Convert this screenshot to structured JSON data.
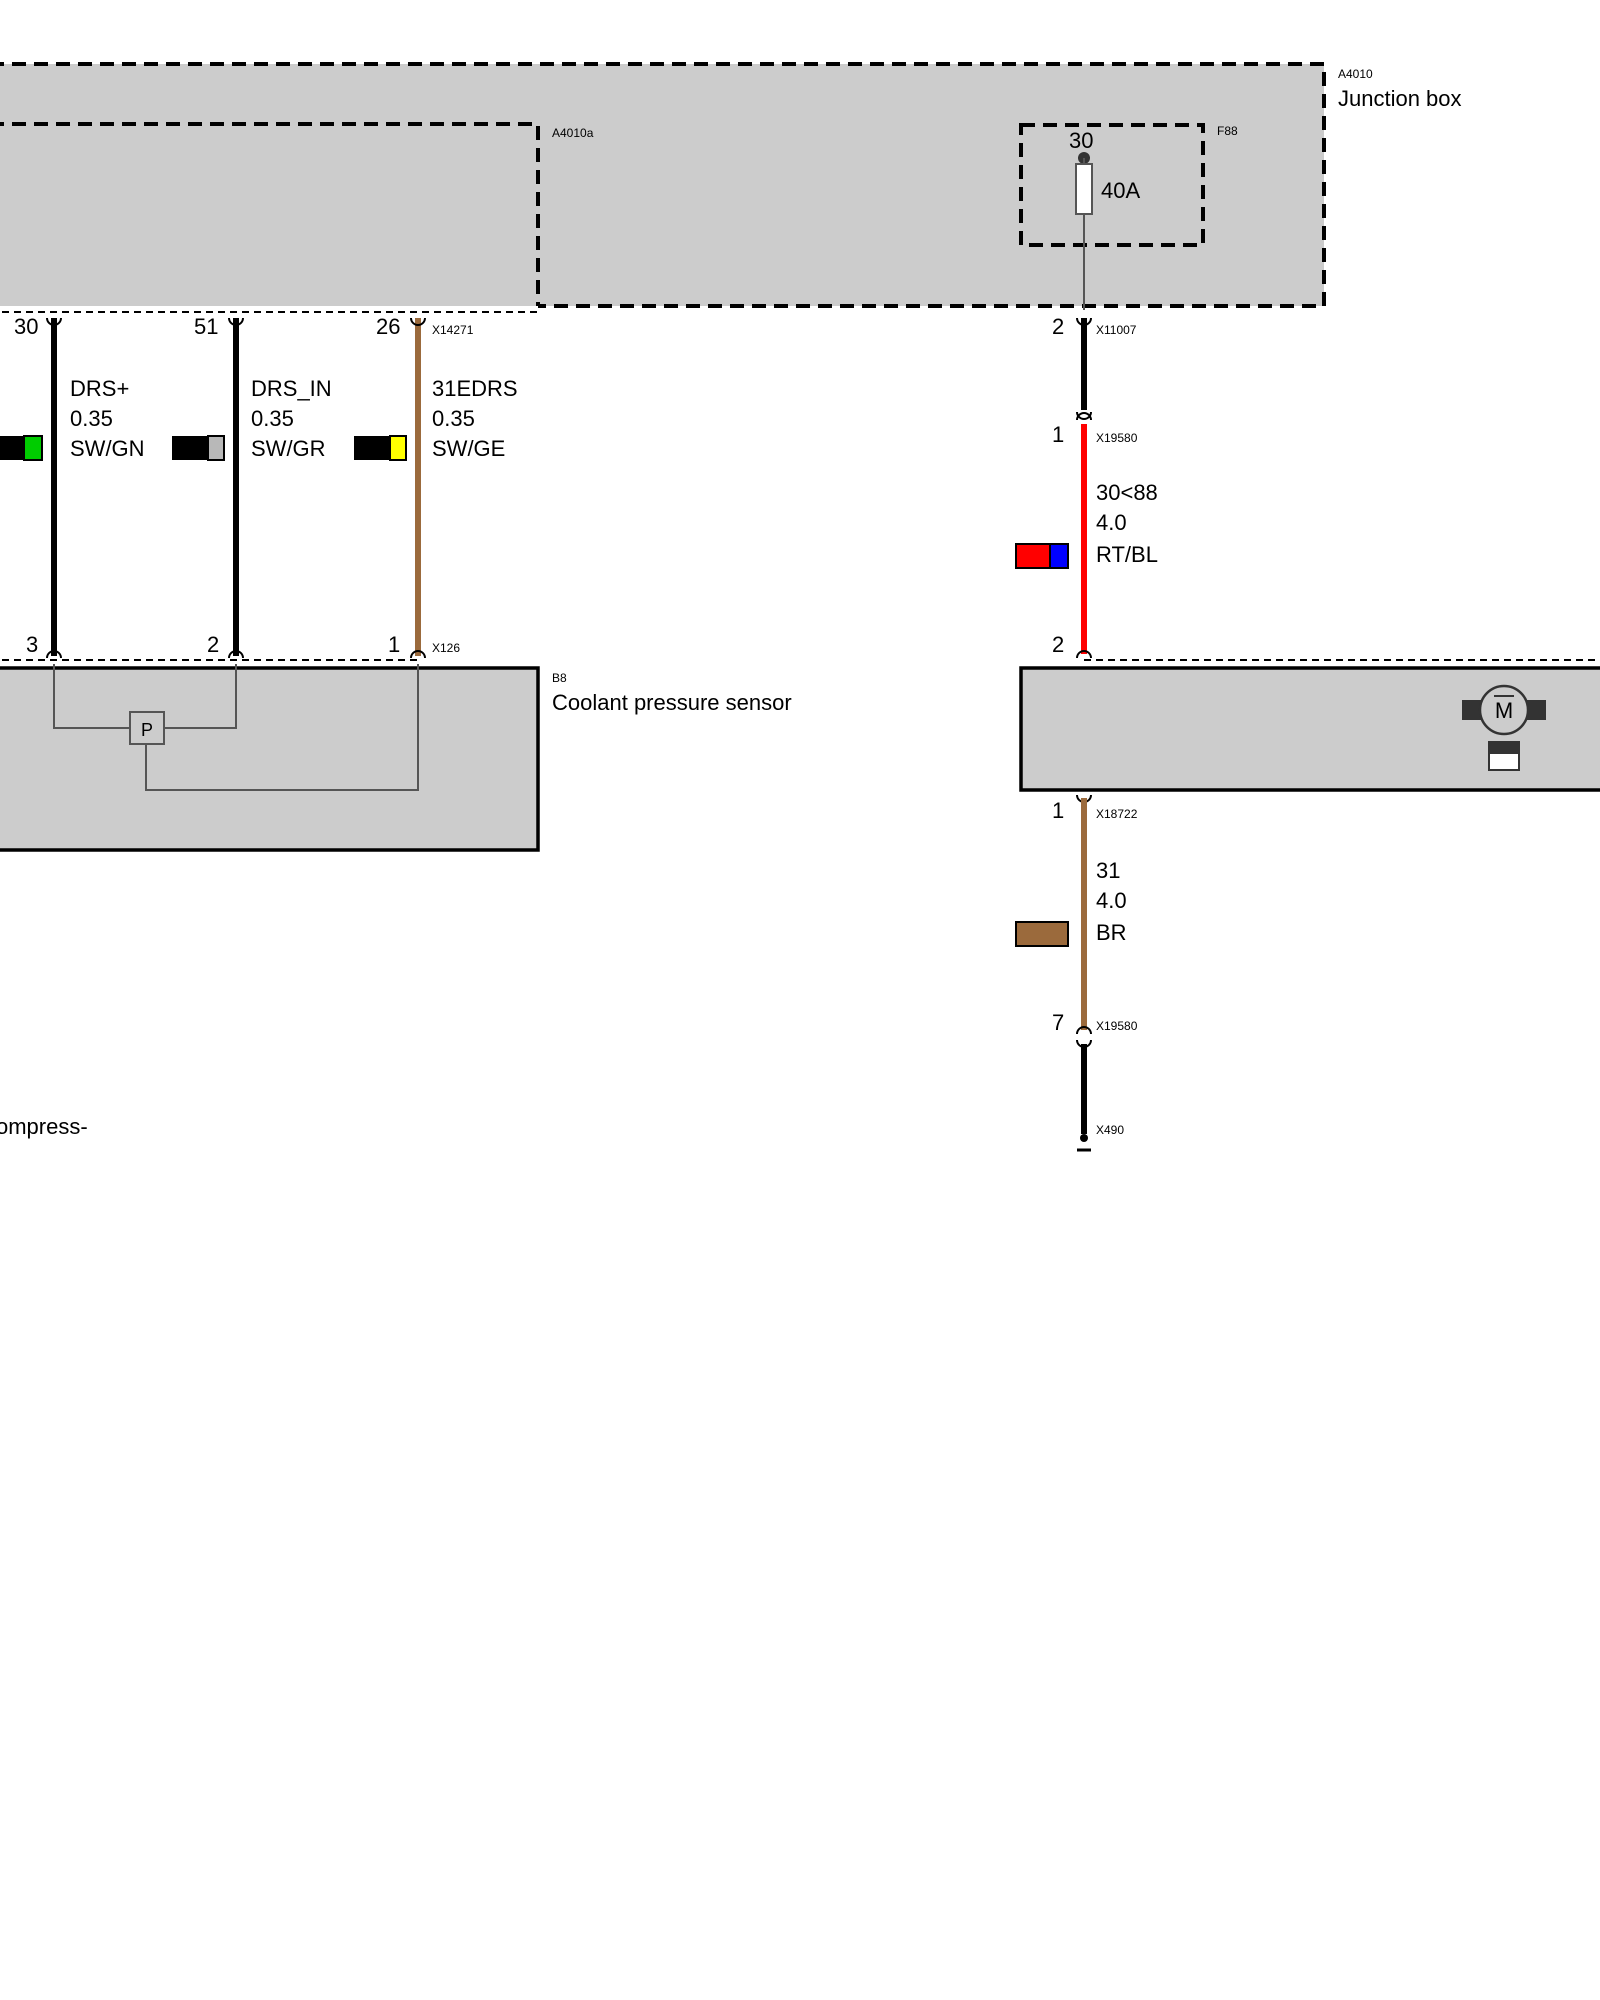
{
  "junction_box": {
    "id": "A4010",
    "name": "Junction box",
    "inner_module_id": "A4010a",
    "fuse": {
      "id": "F88",
      "pin": "30",
      "rating": "40A"
    }
  },
  "connectors": {
    "x14271": "X14271",
    "x11007": "X11007",
    "x19580_top": "X19580",
    "x126": "X126",
    "x18722": "X18722",
    "x19580_bottom": "X19580",
    "x490": "X490"
  },
  "wires": [
    {
      "signal": "DRS+",
      "gauge": "0.35",
      "color_code": "SW/GN",
      "pin_top": "30",
      "pin_bottom": "3",
      "colors": [
        "#000000",
        "#00cc00"
      ]
    },
    {
      "signal": "DRS_IN",
      "gauge": "0.35",
      "color_code": "SW/GR",
      "pin_top": "51",
      "pin_bottom": "2",
      "colors": [
        "#000000",
        "#b8b8b8"
      ]
    },
    {
      "signal": "31EDRS",
      "gauge": "0.35",
      "color_code": "SW/GE",
      "pin_top": "26",
      "pin_bottom": "1",
      "colors": [
        "#000000",
        "#ffff00"
      ]
    },
    {
      "signal": "30<88",
      "gauge": "4.0",
      "color_code": "RT/BL",
      "pin_top": "1",
      "pin_bottom": "2",
      "colors": [
        "#ff0000",
        "#0000ff"
      ]
    },
    {
      "signal": "31",
      "gauge": "4.0",
      "color_code": "BR",
      "pin_top": "1",
      "pin_bottom": "7",
      "colors": [
        "#9b6a3c"
      ]
    }
  ],
  "junction_pin_x11007": "2",
  "sensor": {
    "id": "B8",
    "name": "Coolant pressure sensor",
    "symbol": "P"
  },
  "motor": {
    "symbol": "M"
  },
  "partial_label": "ompress-"
}
